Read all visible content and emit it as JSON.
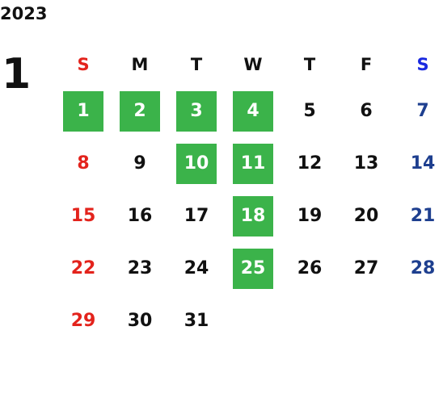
{
  "year": "2023",
  "month": "1",
  "weekdays": [
    "S",
    "M",
    "T",
    "W",
    "T",
    "F",
    "S"
  ],
  "highlight_color": "#3bb34a",
  "sunday_color": "#e3231c",
  "saturday_color": "#1e3f8f",
  "weeks": [
    [
      {
        "day": "1",
        "highlighted": true
      },
      {
        "day": "2",
        "highlighted": true
      },
      {
        "day": "3",
        "highlighted": true
      },
      {
        "day": "4",
        "highlighted": true
      },
      {
        "day": "5",
        "highlighted": false
      },
      {
        "day": "6",
        "highlighted": false
      },
      {
        "day": "7",
        "highlighted": false
      }
    ],
    [
      {
        "day": "8",
        "highlighted": false
      },
      {
        "day": "9",
        "highlighted": false
      },
      {
        "day": "10",
        "highlighted": true
      },
      {
        "day": "11",
        "highlighted": true
      },
      {
        "day": "12",
        "highlighted": false
      },
      {
        "day": "13",
        "highlighted": false
      },
      {
        "day": "14",
        "highlighted": false
      }
    ],
    [
      {
        "day": "15",
        "highlighted": false
      },
      {
        "day": "16",
        "highlighted": false
      },
      {
        "day": "17",
        "highlighted": false
      },
      {
        "day": "18",
        "highlighted": true
      },
      {
        "day": "19",
        "highlighted": false
      },
      {
        "day": "20",
        "highlighted": false
      },
      {
        "day": "21",
        "highlighted": false
      }
    ],
    [
      {
        "day": "22",
        "highlighted": false
      },
      {
        "day": "23",
        "highlighted": false
      },
      {
        "day": "24",
        "highlighted": false
      },
      {
        "day": "25",
        "highlighted": true
      },
      {
        "day": "26",
        "highlighted": false
      },
      {
        "day": "27",
        "highlighted": false
      },
      {
        "day": "28",
        "highlighted": false
      }
    ],
    [
      {
        "day": "29",
        "highlighted": false
      },
      {
        "day": "30",
        "highlighted": false
      },
      {
        "day": "31",
        "highlighted": false
      }
    ]
  ]
}
